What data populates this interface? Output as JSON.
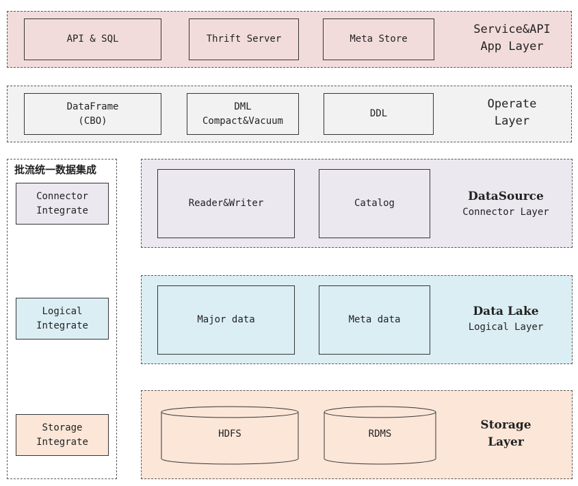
{
  "colors": {
    "service": "#f2dcdb",
    "operate": "#f2f2f2",
    "datasource": "#ece8f0",
    "datalake": "#dbeef4",
    "storage": "#fbe6d8"
  },
  "service_layer": {
    "title": "Service&API\nApp Layer",
    "boxes": [
      "API & SQL",
      "Thrift Server",
      "Meta Store"
    ]
  },
  "operate_layer": {
    "title": "Operate\nLayer",
    "boxes": [
      "DataFrame\n(CBO)",
      "DML\nCompact&Vacuum",
      "DDL"
    ]
  },
  "sidebar": {
    "title": "批流统一数据集成",
    "items": [
      "Connector\nIntegrate",
      "Logical\nIntegrate",
      "Storage\nIntegrate"
    ]
  },
  "datasource_layer": {
    "title": "DataSource",
    "subtitle": "Connector Layer",
    "boxes": [
      "Reader&Writer",
      "Catalog"
    ]
  },
  "datalake_layer": {
    "title": "Data Lake",
    "subtitle": "Logical Layer",
    "boxes": [
      "Major data",
      "Meta data"
    ]
  },
  "storage_layer": {
    "title": "Storage\nLayer",
    "cylinders": [
      "HDFS",
      "RDMS"
    ]
  }
}
